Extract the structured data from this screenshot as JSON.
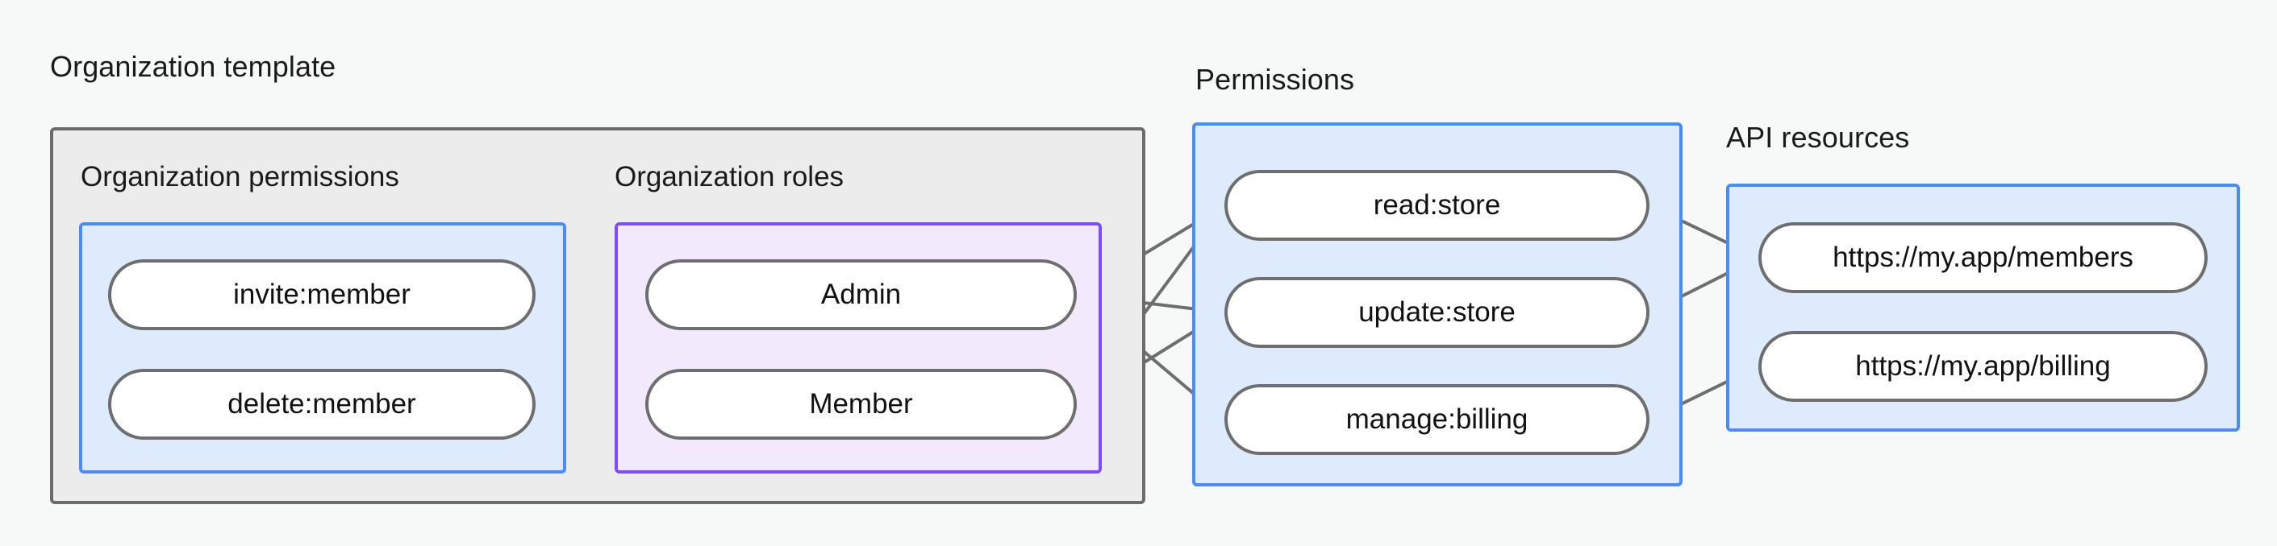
{
  "diagram": {
    "title_bg": "#f7f8f8",
    "colors": {
      "gray_border": "#6b6b6b",
      "gray_fill": "#ececec",
      "blue_border": "#4c8bf5",
      "blue_fill": "#ddebfd",
      "purple_border": "#7c4dff",
      "purple_fill": "#f2e9fd",
      "node_border": "#6e6e6e",
      "node_fill": "#ffffff",
      "edge": "#6e6e6e",
      "text": "#111111"
    },
    "groups": {
      "organization_template": {
        "label": "Organization template"
      },
      "permissions": {
        "label": "Permissions"
      },
      "api_resources": {
        "label": "API resources"
      }
    },
    "subgroups": {
      "organization_permissions": {
        "label": "Organization permissions"
      },
      "organization_roles": {
        "label": "Organization roles"
      }
    },
    "nodes": {
      "org_permissions": [
        {
          "id": "invite-member",
          "label": "invite:member"
        },
        {
          "id": "delete-member",
          "label": "delete:member"
        }
      ],
      "org_roles": [
        {
          "id": "admin",
          "label": "Admin"
        },
        {
          "id": "member",
          "label": "Member"
        }
      ],
      "permissions": [
        {
          "id": "read-store",
          "label": "read:store"
        },
        {
          "id": "update-store",
          "label": "update:store"
        },
        {
          "id": "manage-billing",
          "label": "manage:billing"
        }
      ],
      "api_resources": [
        {
          "id": "members-url",
          "label": "https://my.app/members"
        },
        {
          "id": "billing-url",
          "label": "https://my.app/billing"
        }
      ]
    },
    "edges": [
      {
        "from": "invite-member",
        "to": "admin"
      },
      {
        "from": "invite-member",
        "to": "member"
      },
      {
        "from": "delete-member",
        "to": "member"
      },
      {
        "from": "admin",
        "to": "read-store"
      },
      {
        "from": "admin",
        "to": "update-store"
      },
      {
        "from": "admin",
        "to": "manage-billing"
      },
      {
        "from": "member",
        "to": "read-store"
      },
      {
        "from": "member",
        "to": "update-store"
      },
      {
        "from": "read-store",
        "to": "members-url"
      },
      {
        "from": "update-store",
        "to": "members-url"
      },
      {
        "from": "manage-billing",
        "to": "billing-url"
      }
    ]
  }
}
